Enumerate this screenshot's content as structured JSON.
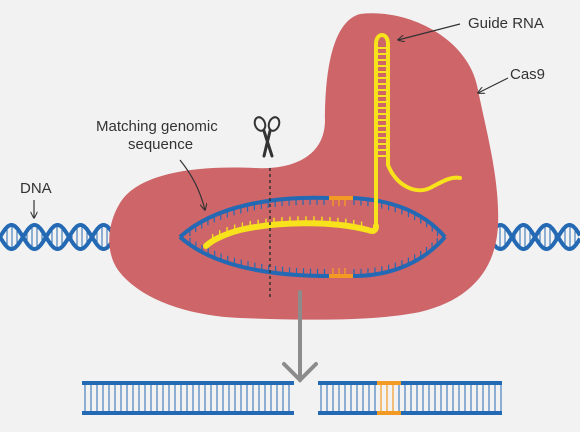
{
  "labels": {
    "guide_rna": "Guide RNA",
    "cas9": "Cas9",
    "matching_line1": "Matching genomic",
    "matching_line2": "sequence",
    "dna": "DNA"
  },
  "icons": [
    "scissors-icon",
    "down-arrow-icon"
  ],
  "colors": {
    "background": "#f2f2f2",
    "cas9": "#cd6569",
    "dna_blue": "#2469b3",
    "guide_rna_yellow": "#f7e21c",
    "pam_orange": "#f39a25",
    "arrow_gray": "#8c8c8c",
    "text": "#333333"
  }
}
